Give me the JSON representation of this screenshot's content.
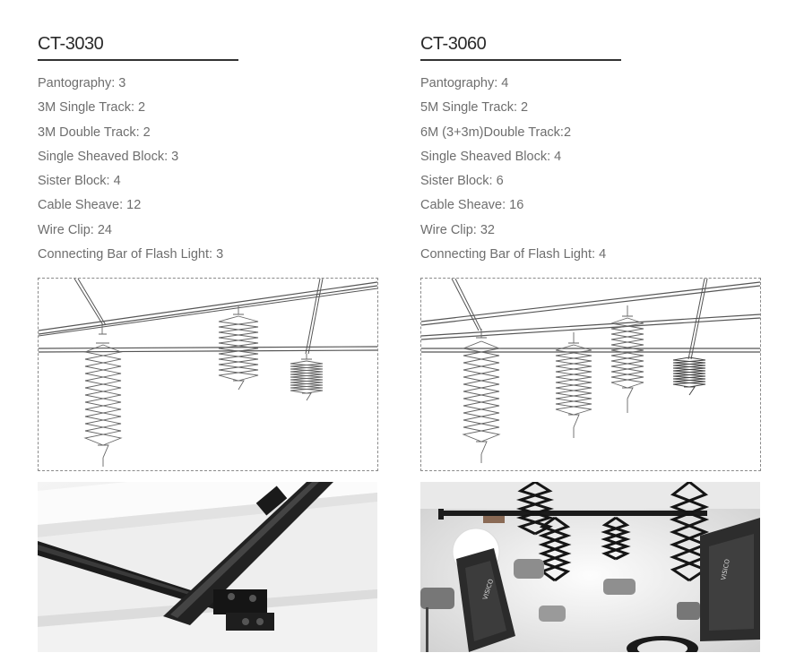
{
  "products": [
    {
      "title": "CT-3030",
      "specs": [
        "Pantography: 3",
        "3M Single Track: 2",
        "3M Double Track: 2",
        "Single Sheaved Block: 3",
        "Sister Block: 4",
        "Cable Sheave: 12",
        "Wire Clip: 24",
        "Connecting Bar of Flash Light: 3"
      ]
    },
    {
      "title": "CT-3060",
      "specs": [
        "Pantography: 4",
        "5M Single Track: 2",
        "6M (3+3m)Double Track:2",
        "Single Sheaved Block: 4",
        "Sister Block: 6",
        "Cable Sheave: 16",
        "Wire Clip: 32",
        "Connecting Bar of Flash Light: 4"
      ]
    }
  ],
  "softbox_brand": "VISICO"
}
